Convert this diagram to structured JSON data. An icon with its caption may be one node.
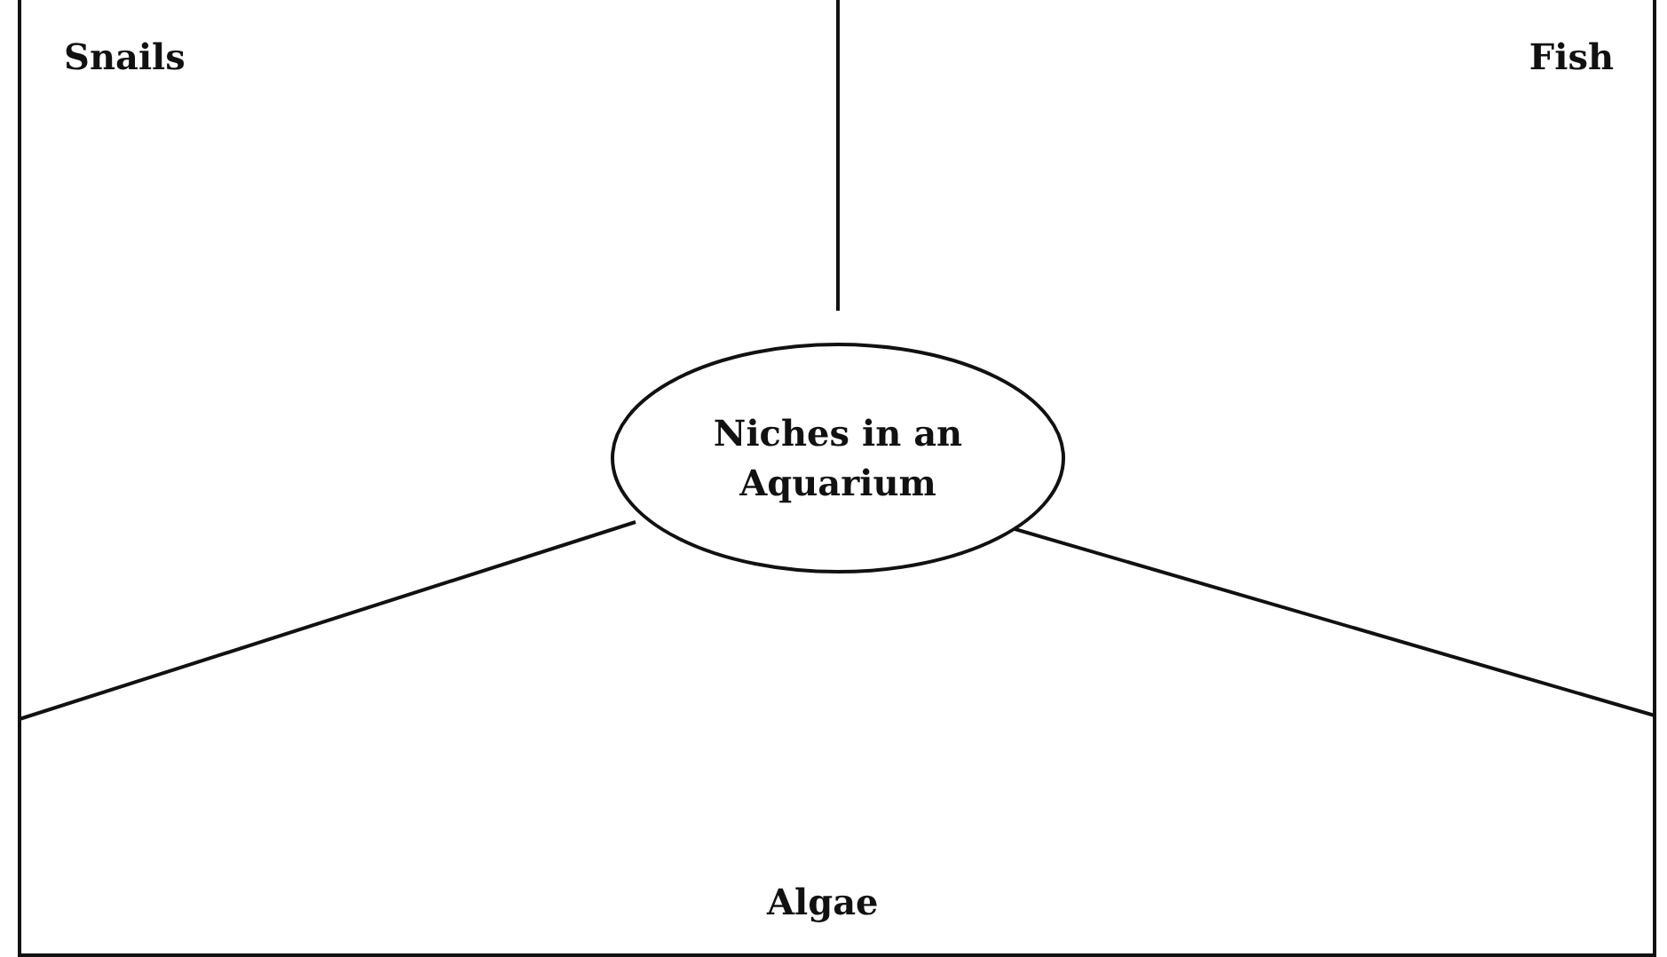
{
  "diagram": {
    "nodes": [
      {
        "text": [
          "Niches in an Aquarium"
        ]
      }
    ],
    "labels": [
      "Snails",
      "Fish",
      "Algae"
    ]
  }
}
